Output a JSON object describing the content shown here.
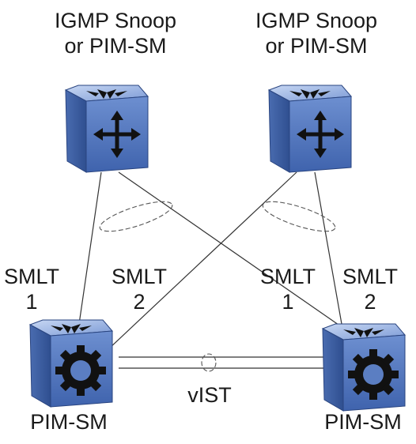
{
  "nodes": {
    "top_left": {
      "label_line1": "IGMP Snoop",
      "label_line2": "or PIM-SM",
      "kind": "router-switch"
    },
    "top_right": {
      "label_line1": "IGMP Snoop",
      "label_line2": "or PIM-SM",
      "kind": "router-switch"
    },
    "bottom_left": {
      "label": "PIM-SM",
      "kind": "routing-switch"
    },
    "bottom_right": {
      "label": "PIM-SM",
      "kind": "routing-switch"
    }
  },
  "links": {
    "smlt_left": {
      "line1": "SMLT",
      "line2": "1"
    },
    "smlt_cross_left": {
      "line1": "SMLT",
      "line2": "2"
    },
    "smlt_cross_right": {
      "line1": "SMLT",
      "line2": "1"
    },
    "smlt_right": {
      "line1": "SMLT",
      "line2": "2"
    },
    "vist": {
      "label": "vIST"
    }
  },
  "colors": {
    "device_face": "#5c7fc4",
    "device_top": "#9ab5e6",
    "device_side": "#3a5a9c",
    "line": "#333333",
    "text": "#1a1a1a"
  },
  "icons": {
    "top_devices": "four-arrows-icon",
    "bottom_devices": "gear-icon"
  }
}
